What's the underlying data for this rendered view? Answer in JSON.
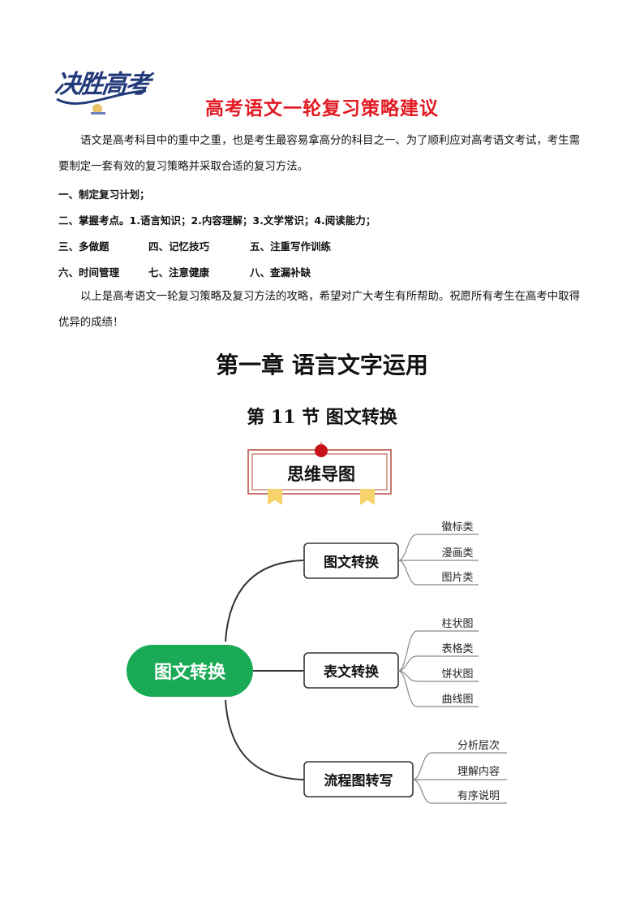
{
  "logo": {
    "text": "决胜高考"
  },
  "title": "高考语文一轮复习策略建议",
  "intro": "语文是高考科目中的重中之重，也是考生最容易拿高分的科目之一、为了顺利应对高考语文考试，考生需要制定一套有效的复习策略并采取合适的复习方法。",
  "items": {
    "l1": "一、制定复习计划；",
    "l2": "二、掌握考点。1.语言知识；2.内容理解；3.文学常识；4.阅读能力；",
    "l3": [
      "三、多做题",
      "四、记忆技巧",
      "五、注重写作训练"
    ],
    "l4": [
      "六、时间管理",
      "七、注意健康",
      "八、查漏补缺"
    ]
  },
  "outro": "以上是高考语文一轮复习策略及复习方法的攻略，希望对广大考生有所帮助。祝愿所有考生在高考中取得优异的成绩！",
  "chapter": "第一章  语言文字运用",
  "section": "第 11 节  图文转换",
  "mindmap": {
    "banner": "思维导图",
    "root": "图文转换",
    "branches": [
      {
        "label": "图文转换",
        "leaves": [
          "徽标类",
          "漫画类",
          "图片类"
        ]
      },
      {
        "label": "表文转换",
        "leaves": [
          "柱状图",
          "表格类",
          "饼状图",
          "曲线图"
        ]
      },
      {
        "label": "流程图转写",
        "leaves": [
          "分析层次",
          "理解内容",
          "有序说明"
        ]
      }
    ],
    "colors": {
      "root": "#1aaa55",
      "banner_dot": "#c8101a",
      "banner_border": "#b24a3a",
      "ribbon": "#f5d36a"
    }
  }
}
